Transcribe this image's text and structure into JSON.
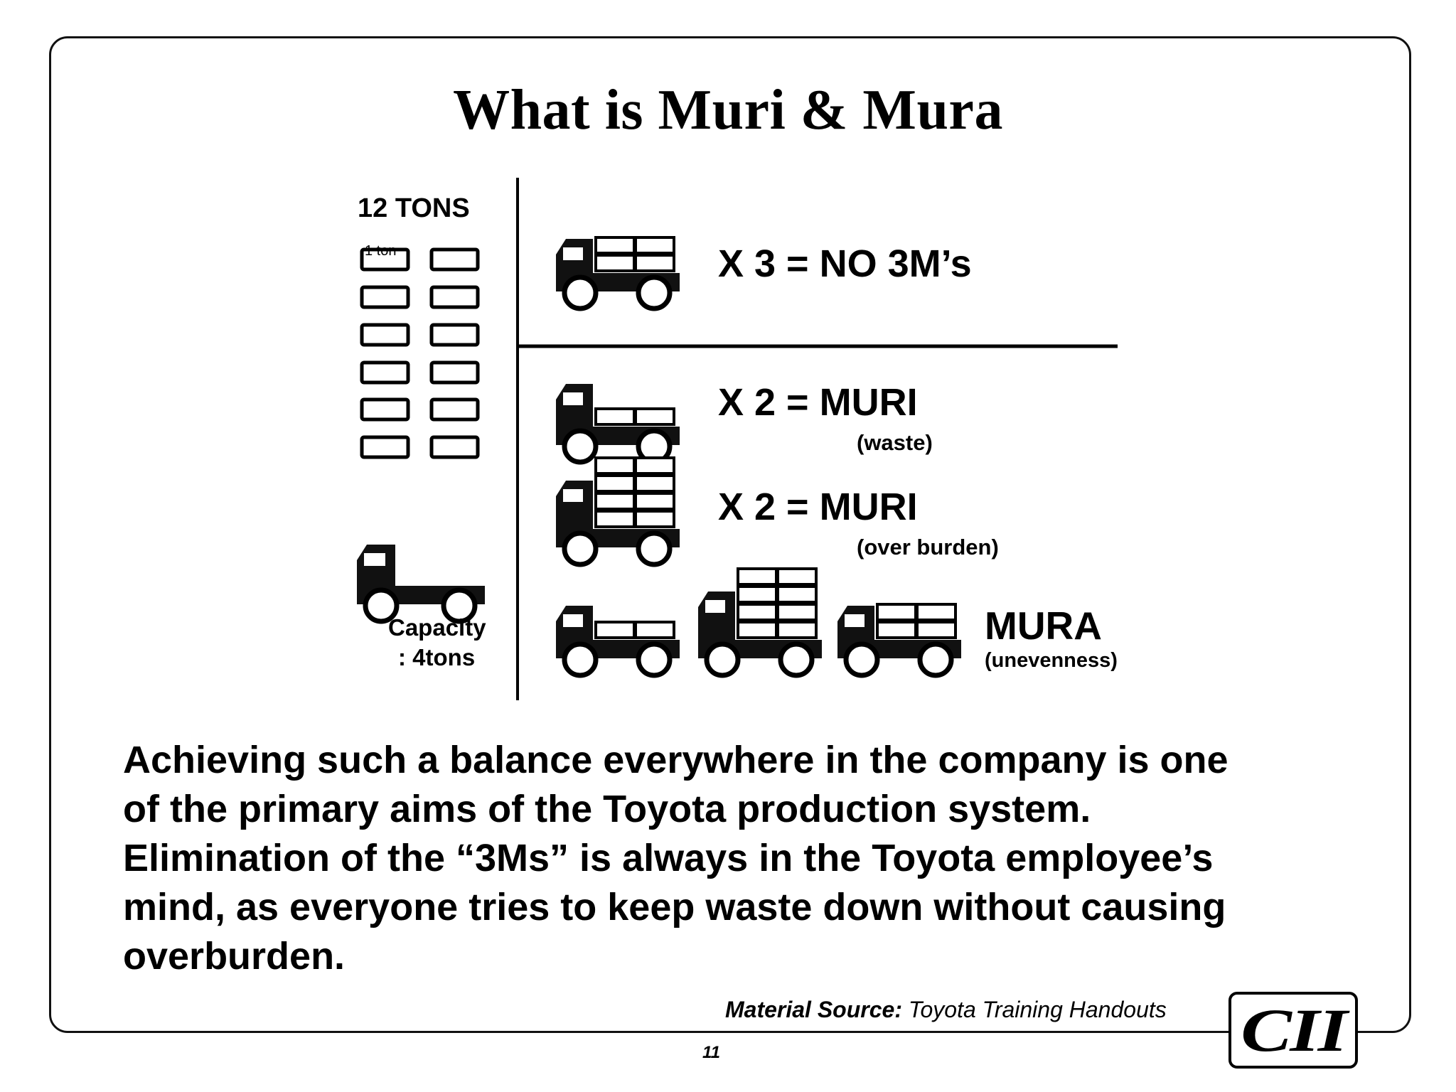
{
  "title": "What is Muri & Mura",
  "load": {
    "total_label": "12 TONS",
    "box_unit_label": "1 ton",
    "box_count": 12
  },
  "capacity": {
    "line1": "Capacity",
    "line2": ": 4tons"
  },
  "rows": [
    {
      "equation": "X  3  = NO 3M’s",
      "note": ""
    },
    {
      "equation": "X  2  = MURI",
      "note": "(waste)"
    },
    {
      "equation": "X  2  = MURI",
      "note": "(over burden)"
    }
  ],
  "mura": {
    "label": "MURA",
    "note": "(unevenness)"
  },
  "body_lines": [
    "Achieving such a balance everywhere in the company is one",
    "of the primary aims of the Toyota production system.",
    "Elimination of the “3Ms” is always in the Toyota employee’s",
    "mind, as everyone tries to keep waste down without causing",
    "overburden."
  ],
  "source": {
    "label": "Material Source:",
    "text": "Toyota Training Handouts"
  },
  "page_number": "11",
  "logo": {
    "text": "CII"
  }
}
